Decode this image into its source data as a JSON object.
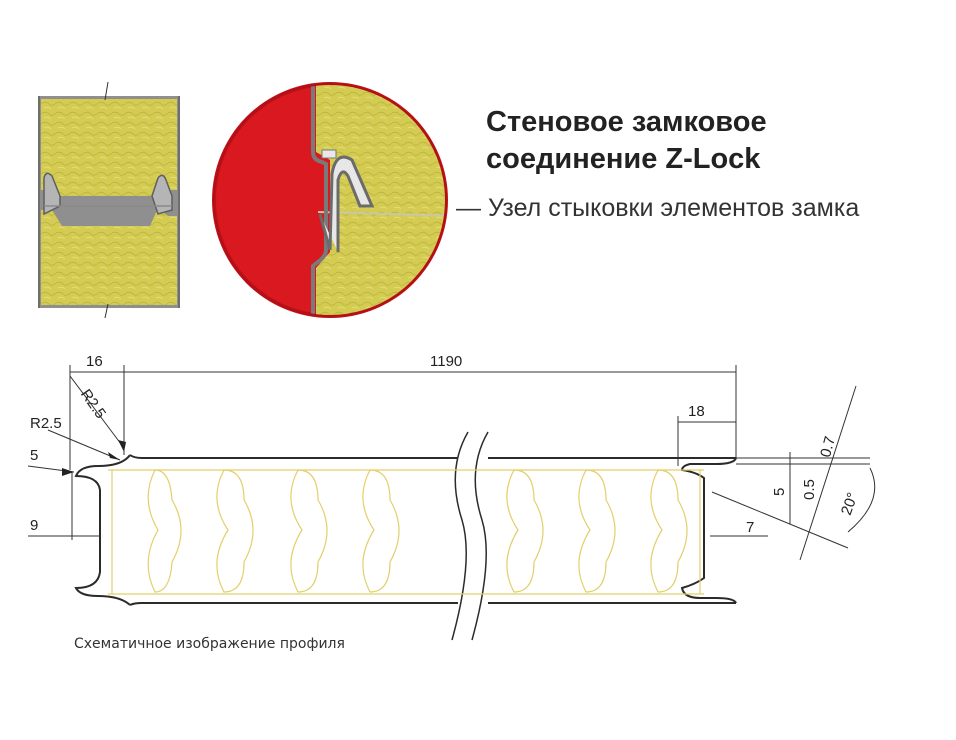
{
  "title_line1": "Стеновое замковое",
  "title_line2": "соединение Z-Lock",
  "subtitle": "— Узел стыковки элементов замка",
  "caption": "Схематичное изображение профиля",
  "dimensions": {
    "panel_width": "1190",
    "left_offset": "16",
    "right_offset": "18",
    "radius_a": "R2.5",
    "radius_b": "R2.5",
    "left_small": "5",
    "left_depth": "9",
    "right_depth": "7",
    "right_five": "5",
    "right_zero_five": "0.5",
    "right_zero_seven": "0.7",
    "angle": "20°"
  },
  "colors": {
    "mineral_wool": "#d3cb53",
    "circle_red": "#d91820",
    "steel": "#9a9a9a",
    "profile_line": "#2b2b2b",
    "inner_pattern": "#e3cf6a"
  }
}
